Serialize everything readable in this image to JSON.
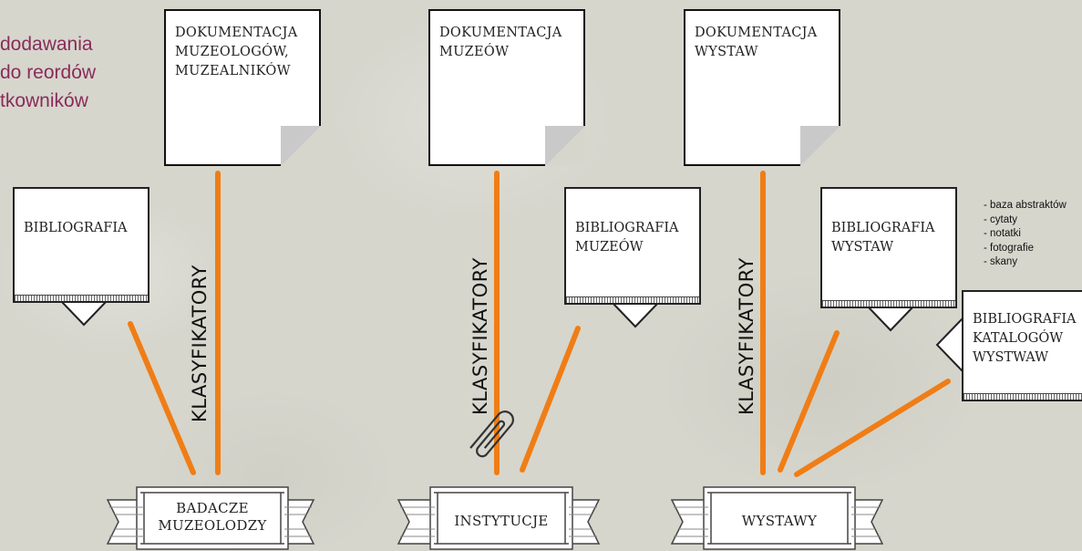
{
  "intro": [
    "dodawania",
    "do reordów",
    "tkowników"
  ],
  "docs": [
    {
      "lines": [
        "DOKUMENTACJA",
        "MUZEOLOGÓW,",
        "MUZEALNIKÓW"
      ]
    },
    {
      "lines": [
        "DOKUMENTACJA",
        "MUZEÓW"
      ]
    },
    {
      "lines": [
        "DOKUMENTACJA",
        "WYSTAW"
      ]
    }
  ],
  "klasyfikatory": "KLASYFIKATORY",
  "bibs": [
    {
      "lines": [
        "BIBLIOGRAFIA"
      ]
    },
    {
      "lines": [
        "BIBLIOGRAFIA",
        "MUZEÓW"
      ]
    },
    {
      "lines": [
        "BIBLIOGRAFIA",
        "WYSTAW"
      ]
    },
    {
      "lines": [
        "BIBLIOGRAFIA",
        "KATALOGÓW",
        "WYSTWAW"
      ]
    }
  ],
  "notes": [
    "- baza abstraktów",
    "- cytaty",
    "- notatki",
    "- fotografie",
    "- skany"
  ],
  "banners": [
    {
      "lines": [
        "BADACZE",
        "MUZEOLODZY"
      ]
    },
    {
      "lines": [
        "INSTYTUCJE"
      ]
    },
    {
      "lines": [
        "WYSTAWY"
      ]
    }
  ],
  "colors": {
    "connector": "#f07d15",
    "intro_text": "#8a2b5a"
  }
}
